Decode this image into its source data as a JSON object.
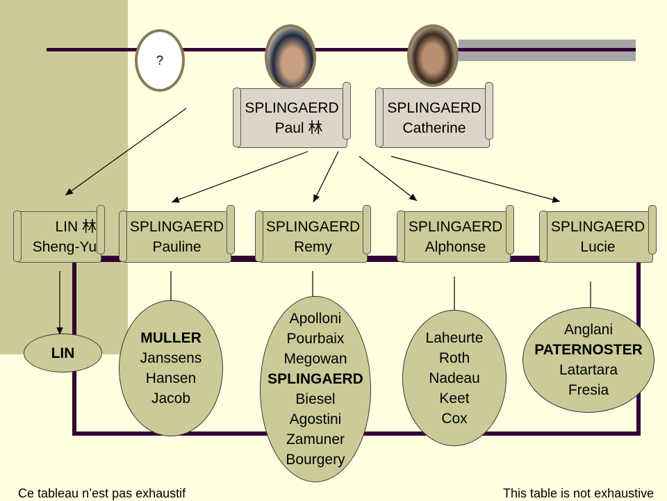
{
  "unknown_parent": {
    "label": "?"
  },
  "parents": [
    {
      "surname": "SPLINGAERD",
      "given": "Paul  林"
    },
    {
      "surname": "SPLINGAERD",
      "given": "Catherine"
    }
  ],
  "children": [
    {
      "line1": "LIN 林",
      "line2": "Sheng-Yu"
    },
    {
      "line1": "SPLINGAERD",
      "line2": "Pauline"
    },
    {
      "line1": "SPLINGAERD",
      "line2": "Remy"
    },
    {
      "line1": "SPLINGAERD",
      "line2": "Alphonse"
    },
    {
      "line1": "SPLINGAERD",
      "line2": "Lucie"
    }
  ],
  "descendants": {
    "lin": [
      "LIN"
    ],
    "pauline": [
      "MULLER",
      "Janssens",
      "Hansen",
      "Jacob"
    ],
    "remy": [
      "Apolloni",
      "Pourbaix",
      "Megowan",
      "SPLINGAERD",
      "Biesel",
      "Agostini",
      "Zamuner",
      "Bourgery"
    ],
    "alphonse": [
      "Laheurte",
      "Roth",
      "Nadeau",
      "Keet",
      "Cox"
    ],
    "lucie": [
      "Anglani",
      "PATERNOSTER",
      "Latartara",
      "Fresia"
    ]
  },
  "footer": {
    "fr": "Ce tableau n’est pas exhaustif",
    "en": "This table is not exhaustive"
  },
  "colors": {
    "background": "#ffffe1",
    "panel": "#cbcb99",
    "line": "#330033",
    "grey": "#a6a6a6"
  }
}
